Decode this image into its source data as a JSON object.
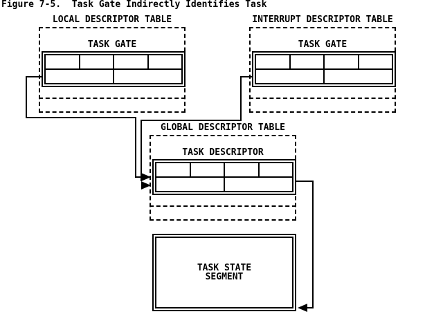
{
  "figure": {
    "title": "Figure 7-5.  Task Gate Indirectly Identifies Task"
  },
  "tables": {
    "ldt": {
      "heading": "LOCAL DESCRIPTOR TABLE",
      "entry": "TASK GATE"
    },
    "idt": {
      "heading": "INTERRUPT DESCRIPTOR TABLE",
      "entry": "TASK GATE"
    },
    "gdt": {
      "heading": "GLOBAL DESCRIPTOR TABLE",
      "entry": "TASK DESCRIPTOR"
    }
  },
  "tss": {
    "line1": "TASK STATE",
    "line2": "SEGMENT"
  },
  "colors": {
    "ink": "#000000",
    "paper": "#ffffff"
  }
}
